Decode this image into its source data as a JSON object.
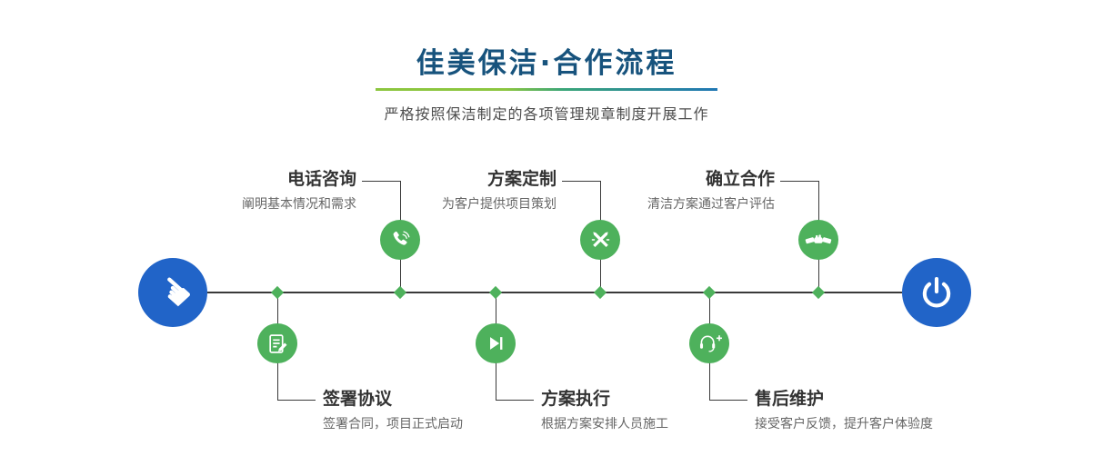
{
  "header": {
    "title": "佳美保洁·合作流程",
    "subtitle": "严格按照保洁制定的各项管理规章制度开展工作"
  },
  "steps_top": [
    {
      "title": "电话咨询",
      "desc": "阐明基本情况和需求",
      "icon": "phone-icon"
    },
    {
      "title": "方案定制",
      "desc": "为客户提供项目策划",
      "icon": "design-icon"
    },
    {
      "title": "确立合作",
      "desc": "清洁方案通过客户评估",
      "icon": "handshake-icon"
    }
  ],
  "steps_bottom": [
    {
      "title": "签署协议",
      "desc": "签署合同，项目正式启动",
      "icon": "contract-icon"
    },
    {
      "title": "方案执行",
      "desc": "根据方案安排人员施工",
      "icon": "play-icon"
    },
    {
      "title": "售后维护",
      "desc": "接受客户反馈，提升客户体验度",
      "icon": "support-icon"
    }
  ],
  "icons": {
    "pointer_hand": "☚"
  },
  "colors": {
    "title_blue": "#17537d",
    "node_green": "#4eb15c",
    "endpoint_blue": "#2164c8",
    "divider_green": "#8cc63f",
    "divider_blue": "#2077b4",
    "line_dark": "#3a3a3a"
  }
}
